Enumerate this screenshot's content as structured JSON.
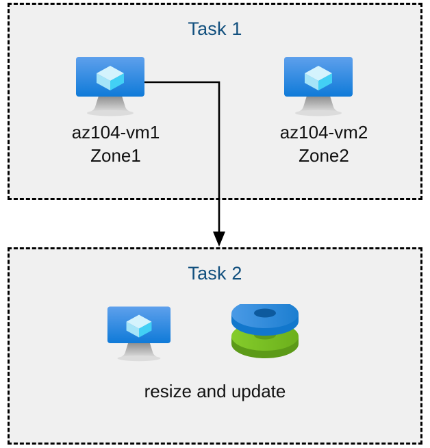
{
  "diagram": {
    "title_color": "#12507e",
    "box_fill": "#f0f0f0",
    "box_border_color": "#000000",
    "label_color": "#111111",
    "connector_color": "#000000",
    "groups": [
      {
        "id": "task1",
        "title": "Task 1",
        "nodes": [
          {
            "id": "vm1",
            "icon": "azure-virtual-machine-icon",
            "label_line1": "az104-vm1",
            "label_line2": "Zone1"
          },
          {
            "id": "vm2",
            "icon": "azure-virtual-machine-icon",
            "label_line1": "az104-vm2",
            "label_line2": "Zone2"
          }
        ]
      },
      {
        "id": "task2",
        "title": "Task 2",
        "caption": "resize and update",
        "nodes": [
          {
            "id": "vm3",
            "icon": "azure-virtual-machine-icon"
          },
          {
            "id": "disks",
            "icon": "azure-disks-icon"
          }
        ]
      }
    ],
    "connector": {
      "from": "vm1",
      "to": "task2",
      "style": "elbow-arrow"
    }
  },
  "icon_colors": {
    "monitor_screen_top": "#5ea0ec",
    "monitor_screen_bottom": "#0f7ad8",
    "monitor_stand": "#9a9a9a",
    "cube_top": "#c9f0fb",
    "cube_left": "#9fe2f7",
    "cube_right": "#3fd0f5",
    "disk_blue_top": "#3d8fdd",
    "disk_blue_side": "#1277cc",
    "disk_blue_hole": "#0d5a9e",
    "disk_green_top": "#76bc21",
    "disk_green_side": "#5c9a18",
    "disk_green_hole": "#5f9c1a"
  }
}
